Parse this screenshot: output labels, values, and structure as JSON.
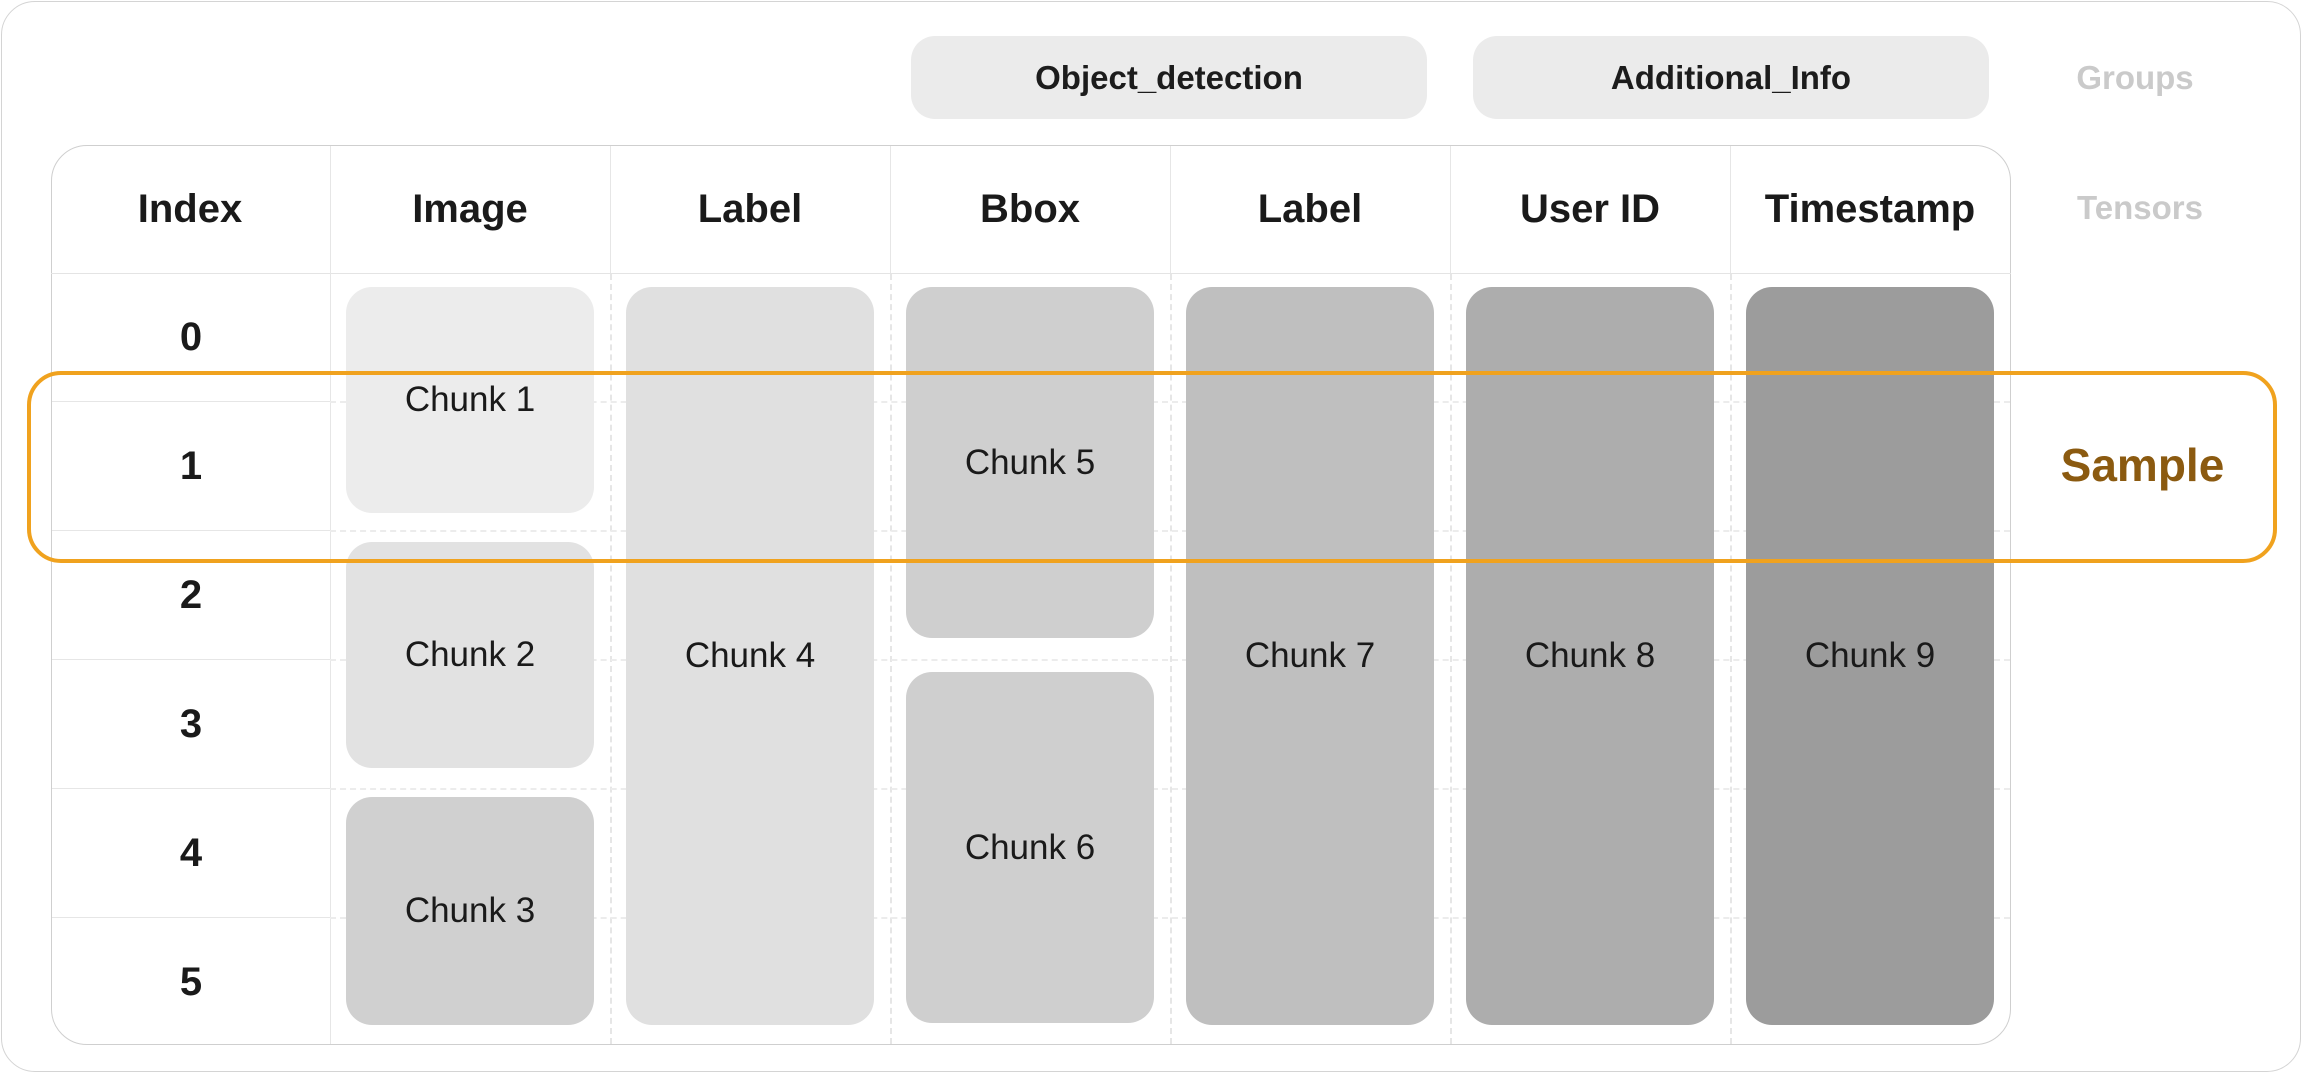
{
  "groups": {
    "object_detection": "Object_detection",
    "additional_info": "Additional_Info",
    "side_label": "Groups"
  },
  "tensors_label": "Tensors",
  "sample_label": "Sample",
  "columns": [
    "Index",
    "Image",
    "Label",
    "Bbox",
    "Label",
    "User ID",
    "Timestamp"
  ],
  "rows": [
    "0",
    "1",
    "2",
    "3",
    "4",
    "5"
  ],
  "chunks": {
    "c1": "Chunk 1",
    "c2": "Chunk 2",
    "c3": "Chunk 3",
    "c4": "Chunk 4",
    "c5": "Chunk 5",
    "c6": "Chunk 6",
    "c7": "Chunk 7",
    "c8": "Chunk 8",
    "c9": "Chunk 9"
  },
  "colors": {
    "highlight": "#f0a21e",
    "sample_text": "#8b5a10"
  }
}
